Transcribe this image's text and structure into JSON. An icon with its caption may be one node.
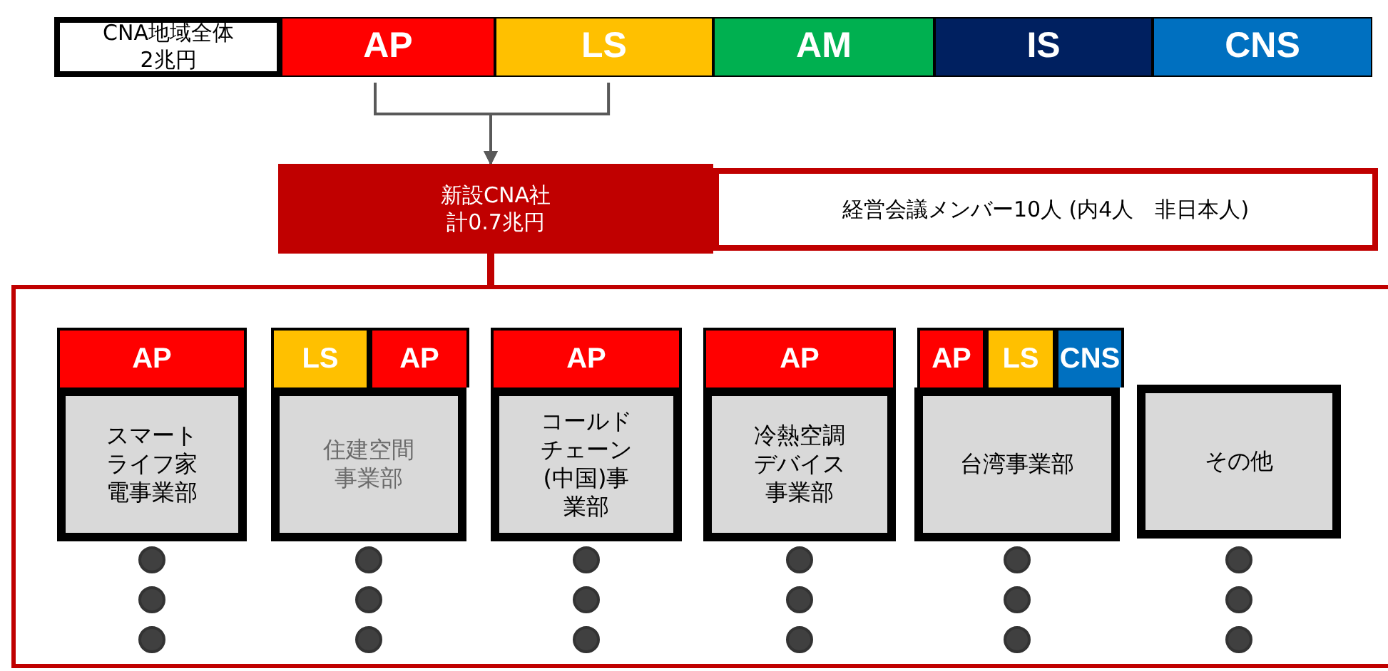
{
  "diagram": {
    "nodes": [
      {
        "text": [
          "CNA地域全体",
          "2兆円"
        ]
      },
      {
        "text": [
          "AP"
        ]
      },
      {
        "text": [
          "LS"
        ]
      },
      {
        "text": [
          "AM"
        ]
      },
      {
        "text": [
          "IS"
        ]
      },
      {
        "text": [
          "CNS"
        ]
      },
      {
        "text": [
          "新設CNA社",
          "計0.7兆円"
        ]
      },
      {
        "text": [
          "経営会議メンバー10人 (内4人　非日本人)"
        ]
      },
      {
        "text": [],
        "shape": "box"
      },
      {
        "text": [
          "AP"
        ],
        "in": 8
      },
      {
        "text": [
          "LS"
        ],
        "in": 8
      },
      {
        "text": [
          "AP"
        ],
        "in": 8
      },
      {
        "text": [
          "AP"
        ],
        "in": 8
      },
      {
        "text": [
          "AP"
        ],
        "in": 8
      },
      {
        "text": [
          "AP"
        ],
        "in": 8
      },
      {
        "text": [
          "LS"
        ],
        "in": 8
      },
      {
        "text": [
          "CNS"
        ],
        "in": 8
      },
      {
        "text": [
          "スマートライフ家電事業部"
        ],
        "in": 8
      },
      {
        "text": [
          "住建空間事業部"
        ],
        "in": 8
      },
      {
        "text": [
          "コールドチェーン(中国)事業部"
        ],
        "in": 8
      },
      {
        "text": [
          "冷熱空調デバイス事業部"
        ],
        "in": 8
      },
      {
        "text": [
          "台湾事業部"
        ],
        "in": 8
      },
      {
        "text": [
          "その他"
        ],
        "in": 8
      }
    ],
    "edges": [
      {
        "from": 1,
        "to": 6,
        "arrow": "to"
      },
      {
        "from": 2,
        "to": 6,
        "arrow": "to"
      },
      {
        "from": 6,
        "to": 8,
        "arrow": "none",
        "style": "thick",
        "color": "#c00000"
      }
    ]
  }
}
